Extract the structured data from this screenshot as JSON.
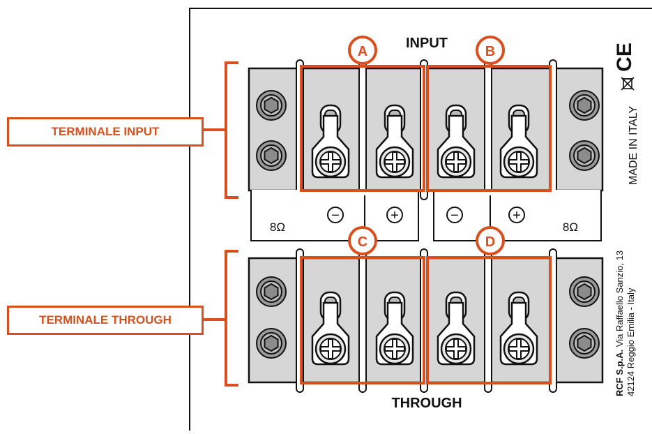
{
  "labels": {
    "input_header": "INPUT",
    "through_header": "THROUGH",
    "callout_input": "TERMINALE INPUT",
    "callout_through": "TERMINALE THROUGH",
    "marker_a": "A",
    "marker_b": "B",
    "marker_c": "C",
    "marker_d": "D",
    "impedance_left": "8Ω",
    "impedance_right": "8Ω",
    "minus_symbol": "−",
    "plus_symbol": "+",
    "made_in": "MADE IN ITALY",
    "company_name": "RCF S.p.A.",
    "company_street": "Via Raffaello Sanzio, 13",
    "company_city": "42124 Reggio Emilia - Italy",
    "ce_mark": "CE"
  },
  "colors": {
    "accent": "#d9501e",
    "block_grey": "#d6d6d6",
    "outline": "#111111"
  },
  "icons": [
    "ce-mark-icon",
    "weee-bin-icon",
    "hex-screw-icon",
    "phillips-screw-icon",
    "ring-lug-icon"
  ]
}
